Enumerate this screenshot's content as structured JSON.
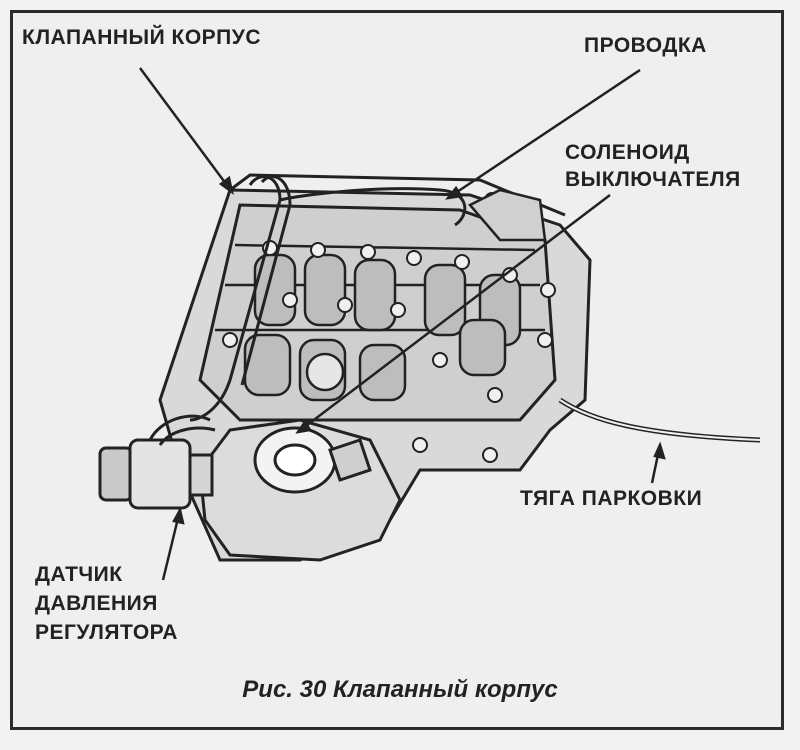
{
  "labels": {
    "valve_body": "КЛАПАННЫЙ КОРПУС",
    "wiring": "ПРОВОДКА",
    "solenoid_line1": "СОЛЕНОИД",
    "solenoid_line2": "ВЫКЛЮЧАТЕЛЯ",
    "park_rod": "ТЯГА ПАРКОВКИ",
    "sensor_line1": "ДАТЧИК",
    "sensor_line2": "ДАВЛЕНИЯ",
    "sensor_line3": "РЕГУЛЯТОРА"
  },
  "caption": "Рис. 30 Клапанный корпус",
  "colors": {
    "ink": "#222222",
    "paper": "#efefef",
    "shade": "#9a9a9a"
  }
}
